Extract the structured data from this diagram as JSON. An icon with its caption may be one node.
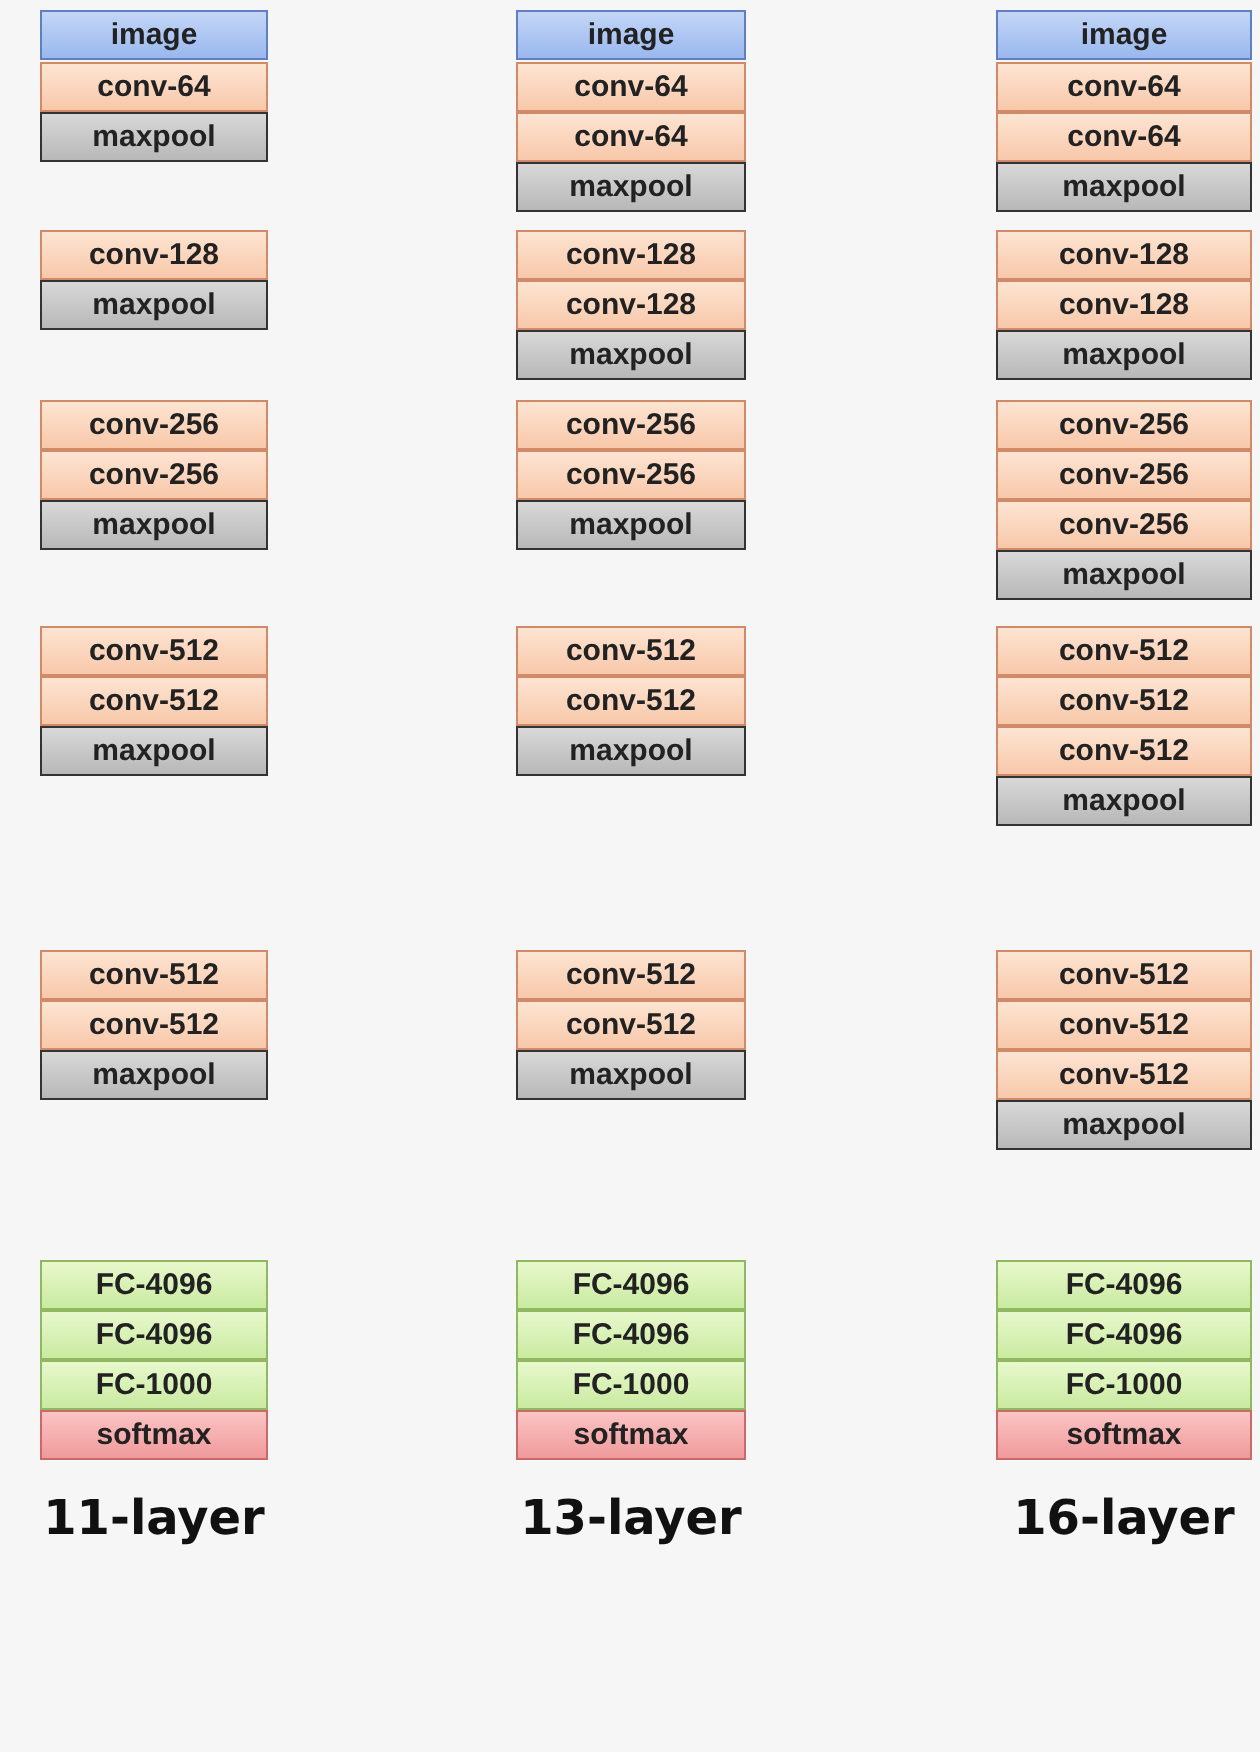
{
  "diagram": {
    "nodes": [
      {
        "text": [
          "image"
        ]
      },
      {
        "text": [
          "conv-64"
        ]
      },
      {
        "text": [
          "maxpool"
        ]
      },
      {
        "text": [
          "conv-128"
        ]
      },
      {
        "text": [
          "maxpool"
        ]
      },
      {
        "text": [
          "conv-256"
        ]
      },
      {
        "text": [
          "conv-256"
        ]
      },
      {
        "text": [
          "maxpool"
        ]
      },
      {
        "text": [
          "conv-512"
        ]
      },
      {
        "text": [
          "conv-512"
        ]
      },
      {
        "text": [
          "maxpool"
        ]
      },
      {
        "text": [
          "conv-512"
        ]
      },
      {
        "text": [
          "conv-512"
        ]
      },
      {
        "text": [
          "maxpool"
        ]
      },
      {
        "text": [
          "FC-4096"
        ]
      },
      {
        "text": [
          "FC-4096"
        ]
      },
      {
        "text": [
          "FC-1000"
        ]
      },
      {
        "text": [
          "softmax"
        ]
      },
      {
        "text": [
          "image"
        ]
      },
      {
        "text": [
          "conv-64"
        ]
      },
      {
        "text": [
          "conv-64"
        ]
      },
      {
        "text": [
          "maxpool"
        ]
      },
      {
        "text": [
          "conv-128"
        ]
      },
      {
        "text": [
          "conv-128"
        ]
      },
      {
        "text": [
          "maxpool"
        ]
      },
      {
        "text": [
          "conv-256"
        ]
      },
      {
        "text": [
          "conv-256"
        ]
      },
      {
        "text": [
          "maxpool"
        ]
      },
      {
        "text": [
          "conv-512"
        ]
      },
      {
        "text": [
          "conv-512"
        ]
      },
      {
        "text": [
          "maxpool"
        ]
      },
      {
        "text": [
          "conv-512"
        ]
      },
      {
        "text": [
          "conv-512"
        ]
      },
      {
        "text": [
          "maxpool"
        ]
      },
      {
        "text": [
          "FC-4096"
        ]
      },
      {
        "text": [
          "FC-4096"
        ]
      },
      {
        "text": [
          "FC-1000"
        ]
      },
      {
        "text": [
          "softmax"
        ]
      },
      {
        "text": [
          "image"
        ]
      },
      {
        "text": [
          "conv-64"
        ]
      },
      {
        "text": [
          "conv-64"
        ]
      },
      {
        "text": [
          "maxpool"
        ]
      },
      {
        "text": [
          "conv-128"
        ]
      },
      {
        "text": [
          "conv-128"
        ]
      },
      {
        "text": [
          "maxpool"
        ]
      },
      {
        "text": [
          "conv-256"
        ]
      },
      {
        "text": [
          "conv-256"
        ]
      },
      {
        "text": [
          "conv-256"
        ]
      },
      {
        "text": [
          "maxpool"
        ]
      },
      {
        "text": [
          "conv-512"
        ]
      },
      {
        "text": [
          "conv-512"
        ]
      },
      {
        "text": [
          "conv-512"
        ]
      },
      {
        "text": [
          "maxpool"
        ]
      },
      {
        "text": [
          "conv-512"
        ]
      },
      {
        "text": [
          "conv-512"
        ]
      },
      {
        "text": [
          "conv-512"
        ]
      },
      {
        "text": [
          "maxpool"
        ]
      },
      {
        "text": [
          "FC-4096"
        ]
      },
      {
        "text": [
          "FC-4096"
        ]
      },
      {
        "text": [
          "FC-1000"
        ]
      },
      {
        "text": [
          "softmax"
        ]
      }
    ],
    "labels": [
      "11-layer",
      "13-layer",
      "16-layer"
    ]
  }
}
